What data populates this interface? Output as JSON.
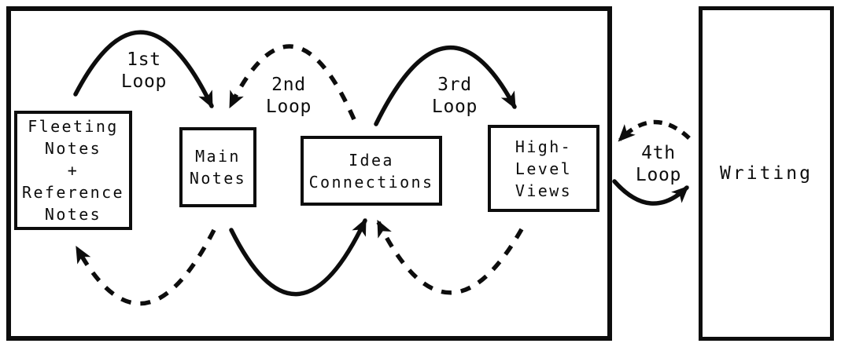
{
  "colors": {
    "ink": "#0d0d0d",
    "background": "#ffffff"
  },
  "boxes": {
    "fleeting": {
      "label": "Fleeting\nNotes\n+\nReference\nNotes"
    },
    "main_notes": {
      "label": "Main\nNotes"
    },
    "idea_connections": {
      "label": "Idea\nConnections"
    },
    "high_level_views": {
      "label": "High-\nLevel\nViews"
    },
    "writing": {
      "label": "Writing"
    }
  },
  "loop_labels": {
    "loop1": "1st\nLoop",
    "loop2": "2nd\nLoop",
    "loop3": "3rd\nLoop",
    "loop4": "4th\nLoop"
  },
  "connections": [
    {
      "loop": "1st Loop",
      "style": "solid",
      "from": "Fleeting Notes + Reference Notes",
      "to": "Main Notes",
      "position": "top"
    },
    {
      "loop": "2nd Loop",
      "style": "dashed",
      "from": "Idea Connections",
      "to": "Main Notes",
      "position": "top"
    },
    {
      "loop": "3rd Loop",
      "style": "solid",
      "from": "Idea Connections",
      "to": "High-Level Views",
      "position": "top"
    },
    {
      "loop": "4th Loop",
      "style": "dashed",
      "from": "Writing",
      "to": "note system box",
      "position": "right-gap-upper"
    },
    {
      "loop": "4th Loop",
      "style": "solid",
      "from": "note system box",
      "to": "Writing",
      "position": "right-gap-lower"
    },
    {
      "style": "dashed",
      "from": "Main Notes",
      "to": "Fleeting Notes + Reference Notes",
      "position": "bottom"
    },
    {
      "style": "solid",
      "from": "Main Notes",
      "to": "Idea Connections",
      "position": "bottom"
    },
    {
      "style": "dashed",
      "from": "High-Level Views",
      "to": "Idea Connections",
      "position": "bottom"
    }
  ]
}
